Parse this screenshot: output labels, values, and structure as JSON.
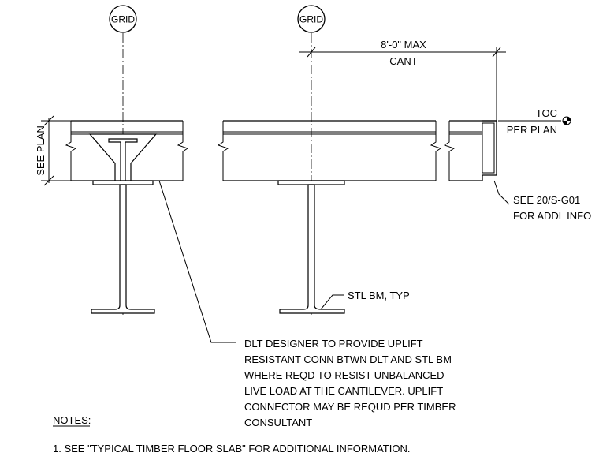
{
  "grid": {
    "left_label": "GRID",
    "right_label": "GRID"
  },
  "dimension": {
    "top": "8'-0\" MAX",
    "bottom": "CANT"
  },
  "toc": {
    "line1": "TOC",
    "line2": "PER PLAN"
  },
  "side_dim": "SEE PLAN",
  "ref_note": {
    "line1": "SEE  20/S-G01",
    "line2": "FOR ADDL INFO"
  },
  "beam_label": "STL BM, TYP",
  "designer_note": [
    "DLT DESIGNER TO PROVIDE UPLIFT",
    "RESISTANT CONN BTWN DLT AND STL BM",
    "WHERE REQD TO RESIST UNBALANCED",
    "LIVE LOAD AT THE CANTILEVER. UPLIFT",
    "CONNECTOR MAY BE REQUD PER TIMBER",
    "CONSULTANT"
  ],
  "notes": {
    "heading": "NOTES:",
    "items": [
      "1.  SEE \"TYPICAL TIMBER FLOOR SLAB\" FOR ADDITIONAL INFORMATION."
    ]
  }
}
